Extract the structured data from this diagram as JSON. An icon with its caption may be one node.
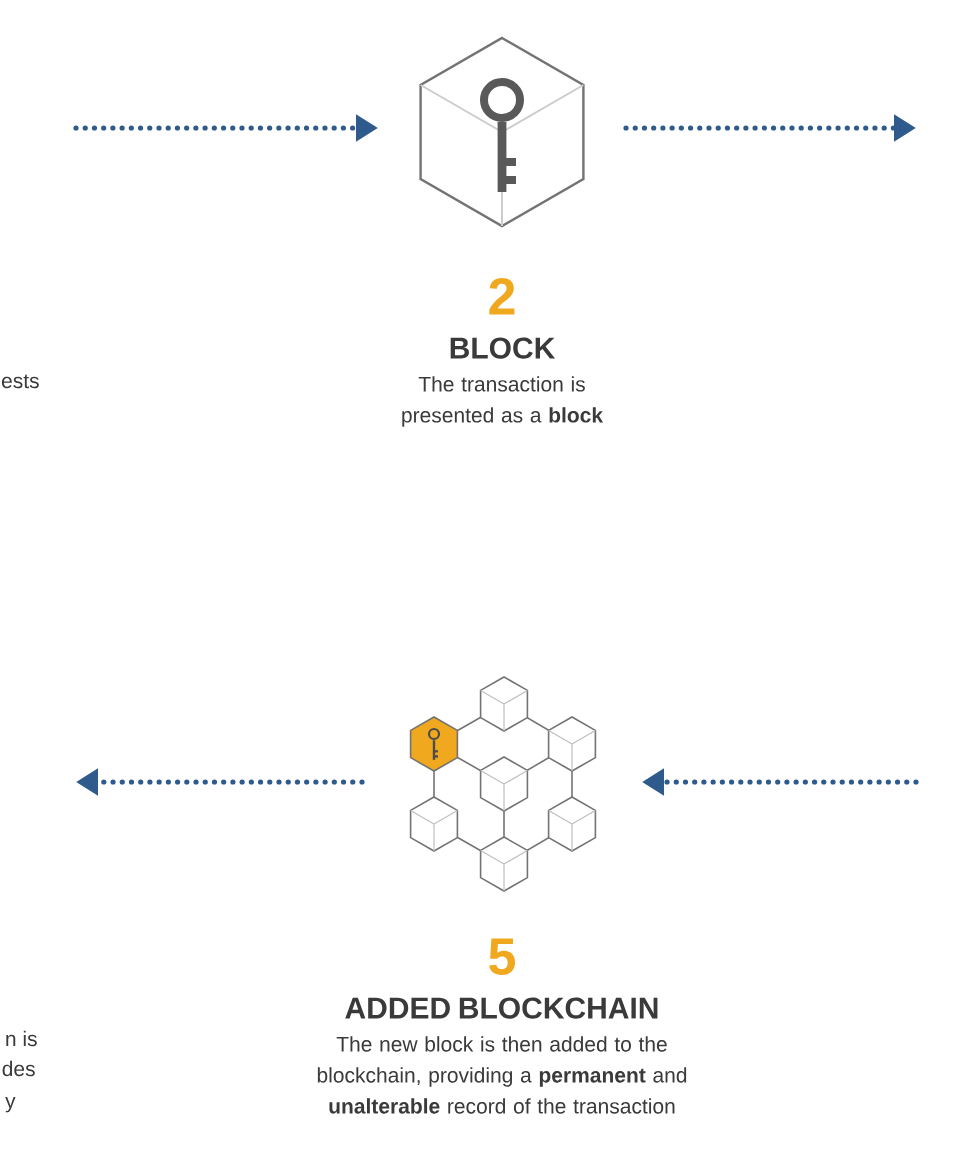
{
  "diagram": {
    "nodes": [
      {
        "text": [
          "2",
          "BLOCK",
          "The transaction is presented as a **block**"
        ]
      },
      {
        "text": [
          "5",
          "ADDED BLOCKCHAIN",
          "The new block is then added to the blockchain, providing a **permanent** and **unalterable** record of the transaction"
        ]
      }
    ],
    "edges": [
      {
        "from": null,
        "to": 0,
        "arrow": "to",
        "style": "dashed"
      },
      {
        "from": 0,
        "to": null,
        "arrow": "to",
        "style": "dashed"
      },
      {
        "from": null,
        "to": 1,
        "arrow": "to",
        "style": "dashed"
      },
      {
        "from": 1,
        "to": null,
        "arrow": "to",
        "style": "dashed"
      }
    ],
    "labels": [
      "ests",
      "n is",
      "des",
      "y"
    ]
  }
}
